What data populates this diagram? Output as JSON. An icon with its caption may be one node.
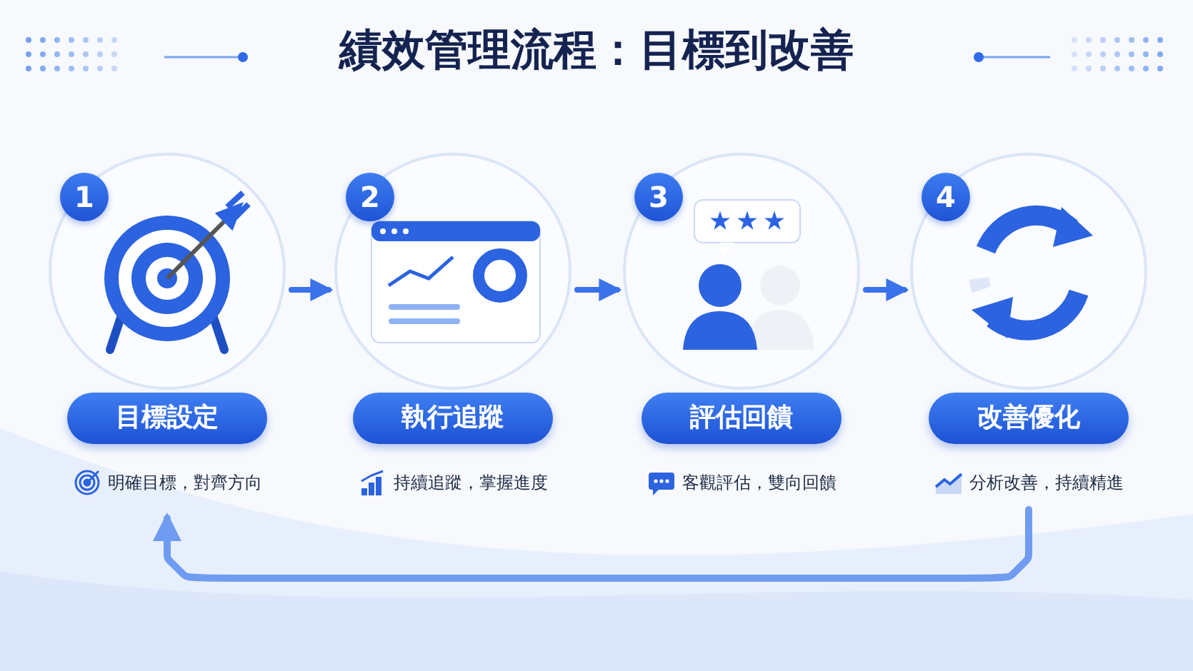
{
  "diagram": {
    "title": "績效管理流程：目標到改善",
    "nodes": [
      {
        "text": [
          "1",
          "目標設定"
        ],
        "beside": [
          "明確目標，對齊方向"
        ]
      },
      {
        "text": [
          "2",
          "執行追蹤"
        ],
        "beside": [
          "持續追蹤，掌握進度"
        ]
      },
      {
        "text": [
          "3",
          "評估回饋"
        ],
        "beside": [
          "客觀評估，雙向回饋"
        ]
      },
      {
        "text": [
          "4",
          "改善優化"
        ],
        "beside": [
          "分析改善，持續精進"
        ]
      }
    ],
    "edges": [
      {
        "from": 0,
        "to": 1,
        "arrow": "to"
      },
      {
        "from": 1,
        "to": 2,
        "arrow": "to"
      },
      {
        "from": 2,
        "to": 3,
        "arrow": "to"
      },
      {
        "from": 3,
        "to": 0,
        "arrow": "to"
      }
    ]
  }
}
